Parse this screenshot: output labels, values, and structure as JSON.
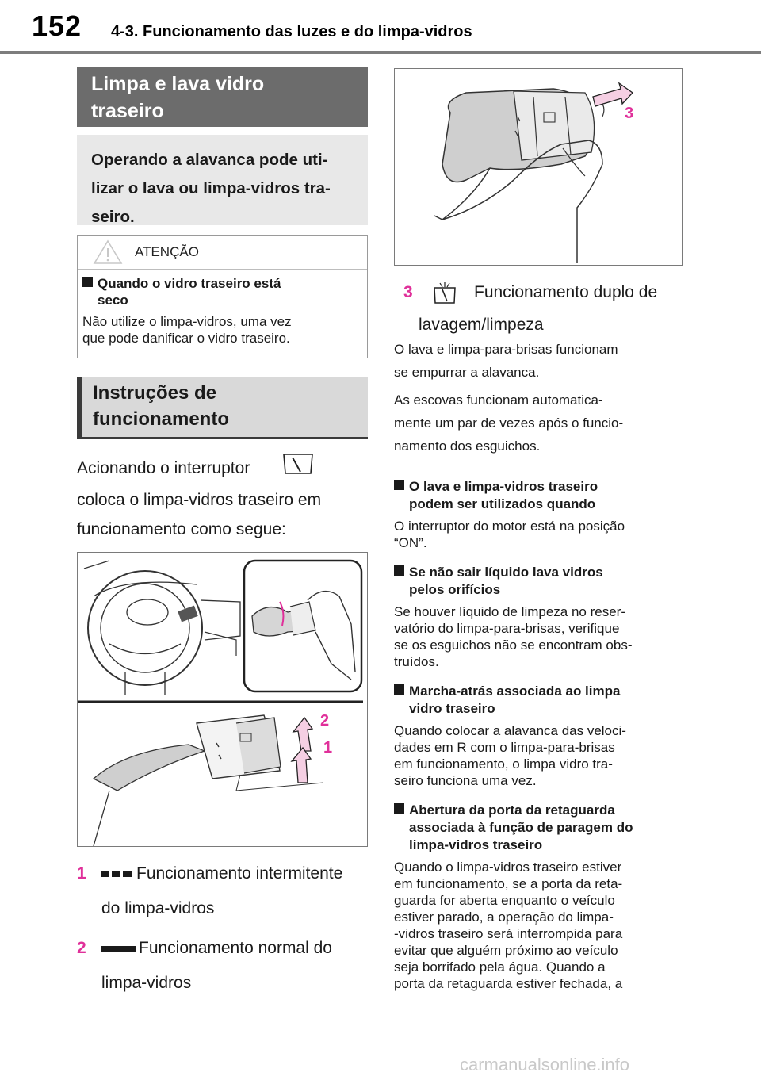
{
  "header": {
    "page_number": "152",
    "section_title": "4-3. Funcionamento das luzes e do limpa-vidros"
  },
  "left": {
    "section_heading": [
      "Limpa e lava vidro",
      "traseiro"
    ],
    "lead": [
      "Operando a alavanca pode uti-",
      "lizar o lava ou limpa-vidros tra-",
      "seiro."
    ],
    "caution": {
      "label": "ATENÇÃO",
      "title_lines": [
        "Quando o vidro traseiro está",
        "seco"
      ],
      "body_lines": [
        "Não utilize o limpa-vidros, uma vez",
        "que pode danificar o vidro traseiro."
      ]
    },
    "instructions_heading": [
      "Instruções de",
      "funcionamento"
    ],
    "intro_line1": "Acionando o interruptor",
    "intro_line2": "coloca o limpa-vidros traseiro em",
    "intro_line3": "funcionamento como segue:",
    "illus_callouts": [
      "2",
      "1"
    ],
    "items": [
      {
        "num": "1",
        "line1": "Funcionamento intermitente",
        "line2": "do limpa-vidros"
      },
      {
        "num": "2",
        "line1": "Funcionamento normal do",
        "line2": "limpa-vidros"
      }
    ]
  },
  "right": {
    "illus_callout": "3",
    "item3": {
      "num": "3",
      "line1": "Funcionamento duplo de",
      "line2": "lavagem/limpeza"
    },
    "para1": [
      "O lava e limpa-para-brisas funcionam",
      "se empurrar a alavanca."
    ],
    "para2": [
      "As escovas funcionam automatica-",
      "mente um par de vezes após o funcio-",
      "namento dos esguichos."
    ],
    "notes": [
      {
        "title": [
          "O lava e limpa-vidros traseiro",
          "podem ser utilizados quando"
        ],
        "body": [
          "O interruptor do motor está na posição",
          "“ON”."
        ]
      },
      {
        "title": [
          "Se não sair líquido lava vidros",
          "pelos orifícios"
        ],
        "body": [
          "Se houver líquido de limpeza no reser-",
          "vatório do limpa-para-brisas, verifique",
          "se os esguichos não se encontram obs-",
          "truídos."
        ]
      },
      {
        "title": [
          "Marcha-atrás associada ao limpa",
          "vidro traseiro"
        ],
        "body": [
          "Quando colocar a alavanca das veloci-",
          "dades em R com o limpa-para-brisas",
          "em funcionamento, o limpa vidro tra-",
          "seiro funciona uma vez."
        ]
      },
      {
        "title": [
          "Abertura da porta da retaguarda",
          "associada à função de paragem do",
          "limpa-vidros traseiro"
        ],
        "body": [
          "Quando o limpa-vidros traseiro estiver",
          "em funcionamento, se a porta da reta-",
          "guarda for aberta enquanto o veículo",
          "estiver parado, a operação do limpa-",
          "-vidros traseiro será interrompida para",
          "evitar que alguém próximo ao veículo",
          "seja borrifado pela água. Quando a",
          "porta da retaguarda estiver fechada, a"
        ]
      }
    ]
  },
  "watermark": "carmanualsonline.info",
  "colors": {
    "accent_number": "#e0309a",
    "dark_band": "#6c6c6c",
    "light_band": "#d9d9d9",
    "lead_box": "#e8e8e8"
  }
}
